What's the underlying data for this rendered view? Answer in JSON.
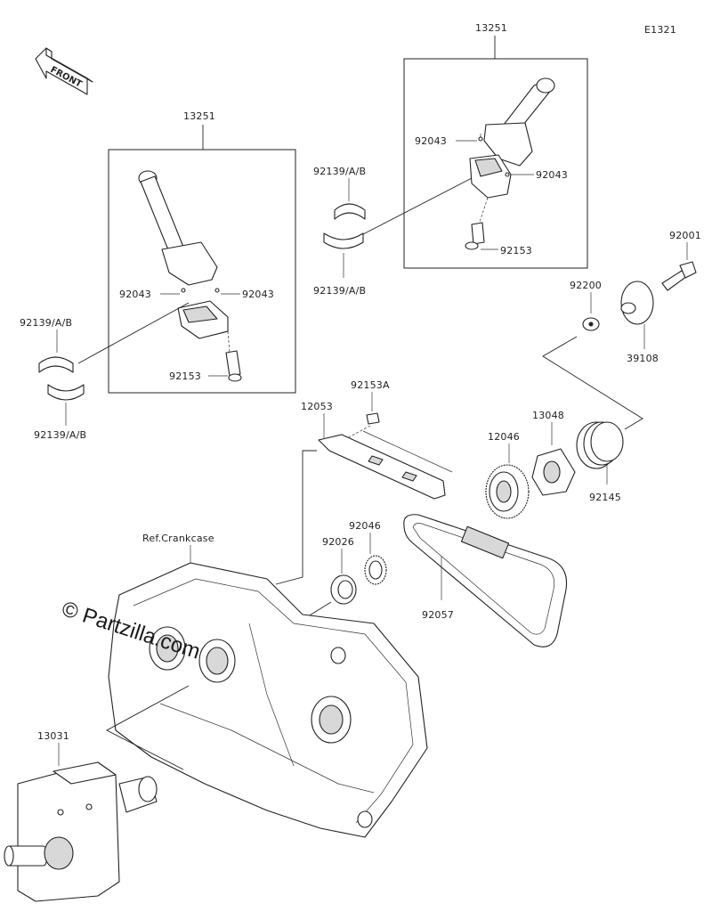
{
  "diagram_code": "E1321",
  "front_label": "FRONT",
  "watermark": "© Partzilla.com",
  "reference_label": "Ref.Crankcase",
  "parts": {
    "conrod_right": "13251",
    "conrod_left": "13251",
    "pin_r_upper": "92043",
    "pin_r_lower": "92043",
    "pin_l_left": "92043",
    "pin_l_right": "92043",
    "bearing_r_upper": "92139/A/B",
    "bearing_r_lower": "92139/A/B",
    "bearing_l_upper": "92139/A/B",
    "bearing_l_lower": "92139/A/B",
    "bolt_r": "92153",
    "bolt_l": "92153",
    "bolt_guide": "92153A",
    "guide": "12053",
    "bolt_top": "92001",
    "washer": "92200",
    "cap": "39108",
    "sprocket": "12046",
    "clutch": "13048",
    "spring": "92145",
    "seal": "92026",
    "bearing_needle": "92046",
    "chain": "92057",
    "crankshaft": "13031"
  }
}
